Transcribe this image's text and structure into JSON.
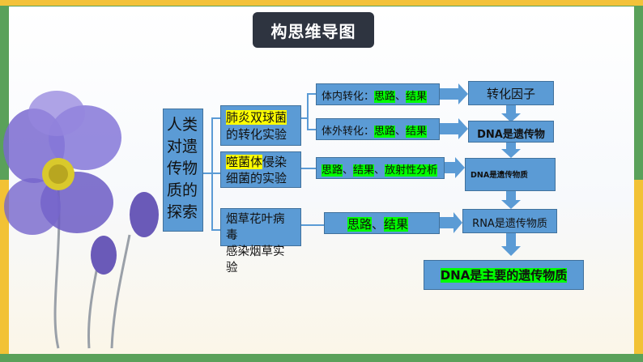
{
  "title": "构思维导图",
  "root": {
    "lines": [
      "人类",
      "对遗",
      "传物",
      "质的",
      "探索"
    ]
  },
  "experiments": [
    {
      "highlight": "肺炎双球菌",
      "rest": "的转化实验"
    },
    {
      "highlight": "噬菌体",
      "rest_inline": "侵染",
      "line2": "细菌的实验"
    },
    {
      "line1": "烟草花叶病毒",
      "line2": "感染烟草实验"
    }
  ],
  "methods": [
    {
      "prefix": "体内转化：",
      "items": [
        "思路",
        "结果"
      ],
      "sep": "、"
    },
    {
      "prefix": "体外转化：",
      "items": [
        "思路",
        "结果"
      ],
      "sep": "、"
    },
    {
      "items": [
        "思路",
        "结果",
        "放射性分析"
      ],
      "sep": "、"
    },
    {
      "items": [
        "思路",
        "结果"
      ],
      "sep": "、"
    }
  ],
  "conclusions": [
    "转化因子",
    "DNA是遗传物",
    "DNA是遗传物质",
    "RNA是遗传物质"
  ],
  "final": "DNA是主要的遗传物质",
  "colors": {
    "box": "#5b9bd5",
    "highlight_yellow": "#ffff00",
    "highlight_green": "#00ff00"
  }
}
